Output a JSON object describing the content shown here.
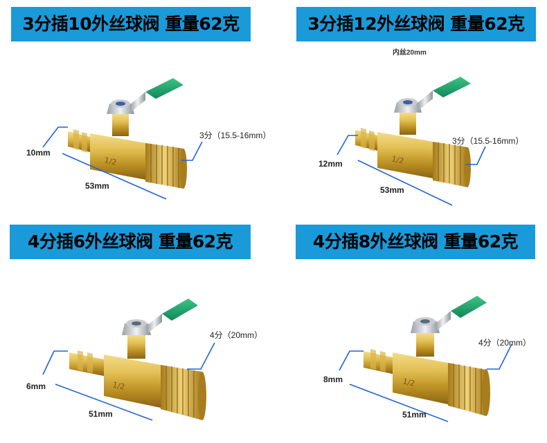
{
  "panels": [
    {
      "title": "3分插10外丝球阀 重量62克",
      "inner_note": "",
      "left_dim": "10mm",
      "right_dim": "3分（15.5-16mm）",
      "bottom_dim": "53mm",
      "body_mark": "1/2"
    },
    {
      "title": "3分插12外丝球阀 重量62克",
      "inner_note": "内丝20mm",
      "left_dim": "12mm",
      "right_dim": "3分（15.5-16mm）",
      "bottom_dim": "53mm",
      "body_mark": "1/2"
    },
    {
      "title": "4分插6外丝球阀 重量62克",
      "inner_note": "",
      "left_dim": "6mm",
      "right_dim": "4分（20mm）",
      "bottom_dim": "51mm",
      "body_mark": "1/2"
    },
    {
      "title": "4分插8外丝球阀 重量62克",
      "inner_note": "",
      "left_dim": "8mm",
      "right_dim": "4分（20mm）",
      "bottom_dim": "51mm",
      "body_mark": "1/2"
    }
  ],
  "colors": {
    "title_bar": "#1a9ad9",
    "dimension_line": "#1e63d6",
    "handle": "#1fa36a",
    "brass": "#c9a233"
  }
}
